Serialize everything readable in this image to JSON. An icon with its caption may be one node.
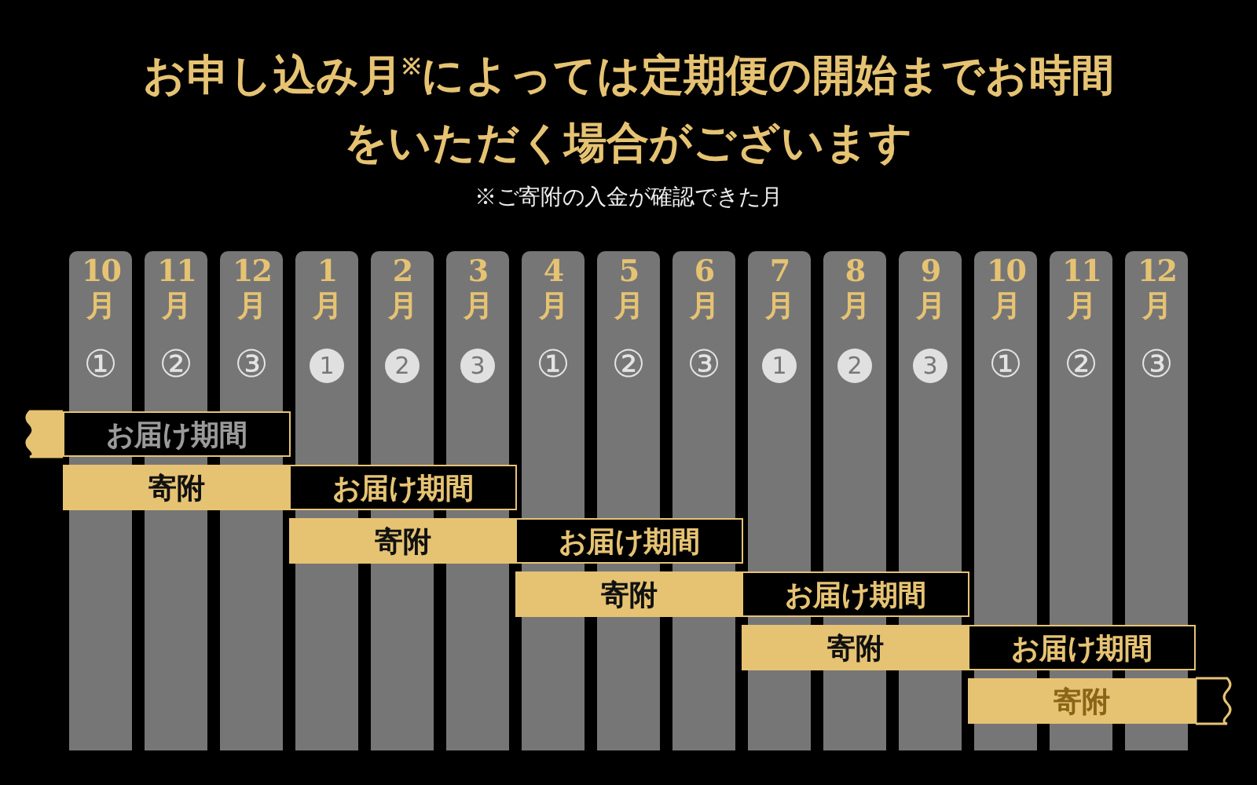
{
  "diagram": {
    "title": "お申し込み月$^{※}$によっては定期便の開始までお時間をいただく場合がございます",
    "nodes": [
      {
        "text": [
          "10月",
          "①"
        ]
      },
      {
        "text": [
          "11月",
          "②"
        ]
      },
      {
        "text": [
          "12月",
          "③"
        ]
      },
      {
        "text": [
          "1月",
          "1"
        ]
      },
      {
        "text": [
          "2月",
          "2"
        ]
      },
      {
        "text": [
          "3月",
          "3"
        ]
      },
      {
        "text": [
          "4月",
          "①"
        ]
      },
      {
        "text": [
          "5月",
          "②"
        ]
      },
      {
        "text": [
          "6月",
          "③"
        ]
      },
      {
        "text": [
          "7月",
          "1"
        ]
      },
      {
        "text": [
          "8月",
          "2"
        ]
      },
      {
        "text": [
          "9月",
          "3"
        ]
      },
      {
        "text": [
          "10月",
          "①"
        ]
      },
      {
        "text": [
          "11月",
          "②"
        ]
      },
      {
        "text": [
          "12月",
          "③"
        ]
      },
      {
        "text": [
          "お届け期間"
        ]
      },
      {
        "text": [
          "寄附"
        ]
      },
      {
        "text": [
          "お届け期間"
        ]
      },
      {
        "text": [
          "寄附"
        ]
      },
      {
        "text": [
          "お届け期間"
        ]
      },
      {
        "text": [
          "寄附"
        ]
      },
      {
        "text": [
          "お届け期間"
        ]
      },
      {
        "text": [
          "寄附"
        ]
      },
      {
        "text": [
          "お届け期間"
        ]
      },
      {
        "text": [
          "寄附"
        ]
      }
    ],
    "labels": [
      "※ご寄附の入金が確認できた月"
    ]
  }
}
